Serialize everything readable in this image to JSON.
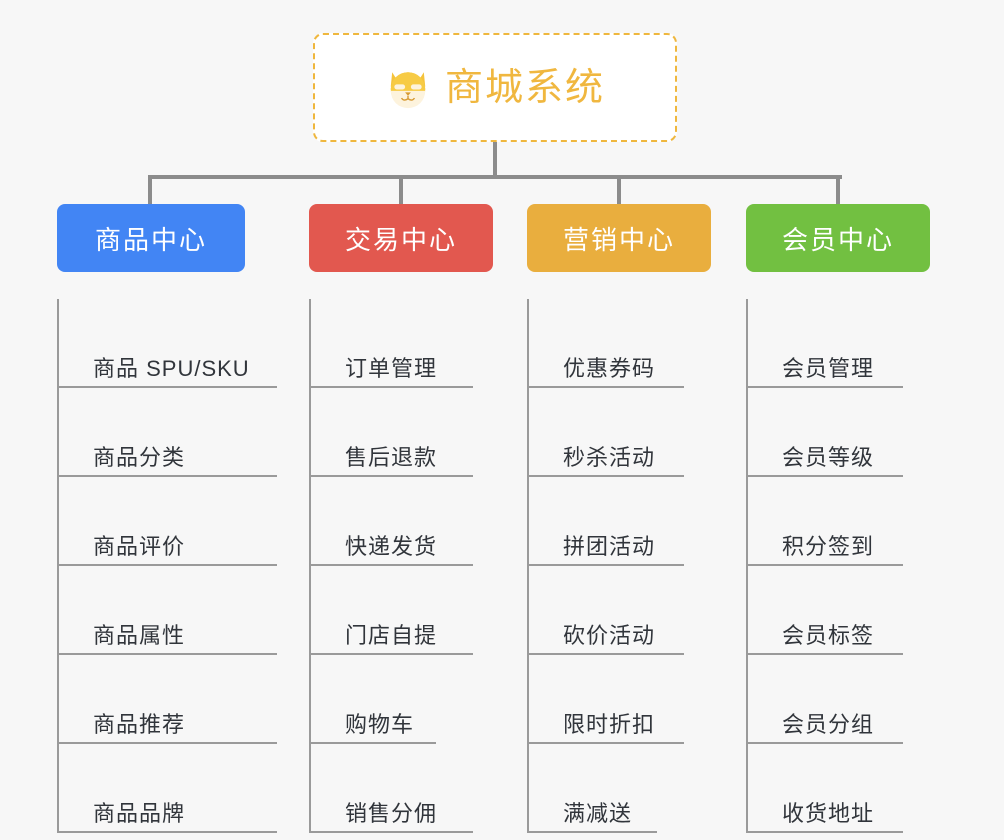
{
  "page": {
    "background_color": "#f7f7f7",
    "type": "mind-map"
  },
  "root": {
    "title": "商城系统",
    "icon": "dog-face-icon",
    "border_color": "#efb73e",
    "text_color": "#f0b73f",
    "background_color": "#ffffff"
  },
  "connector": {
    "color": "#8c8c8c"
  },
  "branches": [
    {
      "label": "商品中心",
      "color": "#4285f4",
      "items": [
        "商品 SPU/SKU",
        "商品分类",
        "商品评价",
        "商品属性",
        "商品推荐",
        "商品品牌"
      ]
    },
    {
      "label": "交易中心",
      "color": "#e2584f",
      "items": [
        "订单管理",
        "售后退款",
        "快递发货",
        "门店自提",
        "购物车",
        "销售分佣"
      ]
    },
    {
      "label": "营销中心",
      "color": "#e9ae3e",
      "items": [
        "优惠券码",
        "秒杀活动",
        "拼团活动",
        "砍价活动",
        "限时折扣",
        "满减送"
      ]
    },
    {
      "label": "会员中心",
      "color": "#72c041",
      "items": [
        "会员管理",
        "会员等级",
        "积分签到",
        "会员标签",
        "会员分组",
        "收货地址"
      ]
    }
  ]
}
